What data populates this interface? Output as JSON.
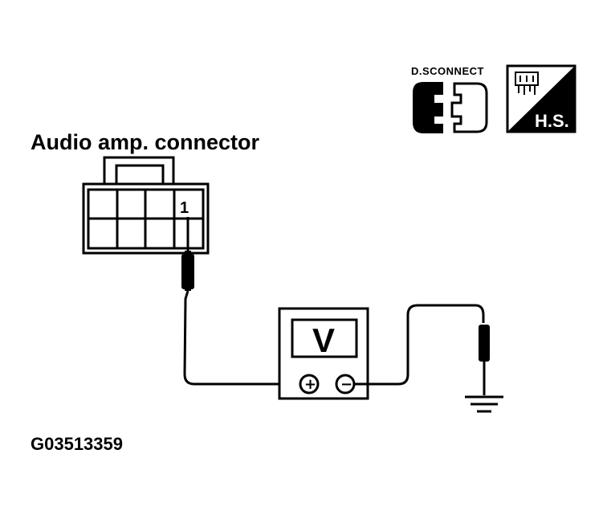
{
  "diagram": {
    "title": "Audio amp. connector",
    "pin_label": "1",
    "meter_label": "V",
    "meter_plus": "+",
    "meter_minus": "−",
    "figure_code": "G03513359"
  },
  "symbols": {
    "disconnect_label": "D.SCONNECT",
    "harness_side_label": "H.S."
  },
  "icons": [
    "disconnect-icon",
    "harness-side-icon",
    "voltmeter-icon",
    "ground-icon",
    "probe-icon"
  ]
}
